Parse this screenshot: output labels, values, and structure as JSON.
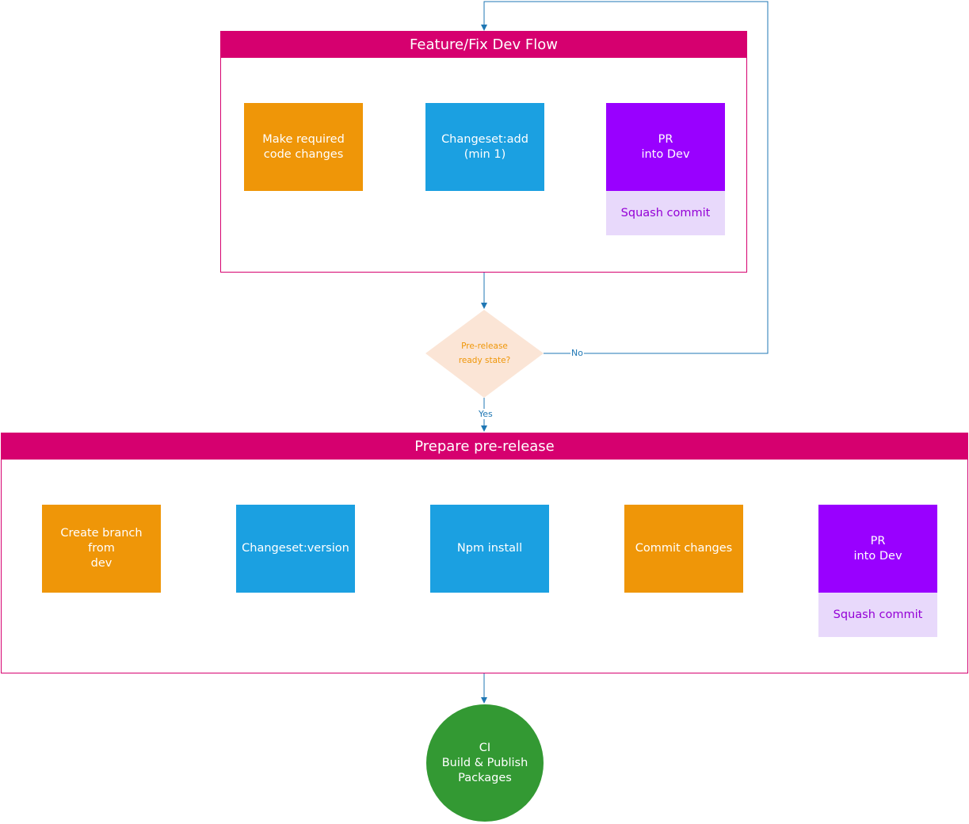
{
  "groups": {
    "feature_flow": {
      "title": "Feature/Fix Dev Flow"
    },
    "prepare_prerelease": {
      "title": "Prepare pre-release"
    }
  },
  "feature_flow": {
    "make_changes": "Make required\ncode changes",
    "changeset_add": "Changeset:add\n(min 1)",
    "pr_into_dev": "PR\ninto Dev",
    "squash_commit": "Squash commit"
  },
  "decision": {
    "text": "Pre-release\nready state?",
    "no_label": "No",
    "yes_label": "Yes"
  },
  "prepare": {
    "create_branch": "Create branch from\ndev",
    "changeset_version": "Changeset:version",
    "npm_install": "Npm install",
    "commit_changes": "Commit changes",
    "pr_into_dev": "PR\ninto Dev",
    "squash_commit": "Squash commit"
  },
  "ci": {
    "text": "CI\nBuild & Publish\nPackages"
  },
  "colors": {
    "header": "#d6006f",
    "orange": "#ef9608",
    "blue": "#1ba0e1",
    "purple": "#9900ff",
    "note_bg": "#e8d9fb",
    "decision_fill": "#fbe5d6",
    "ci_green": "#339933",
    "connector": "#1f77b4"
  }
}
